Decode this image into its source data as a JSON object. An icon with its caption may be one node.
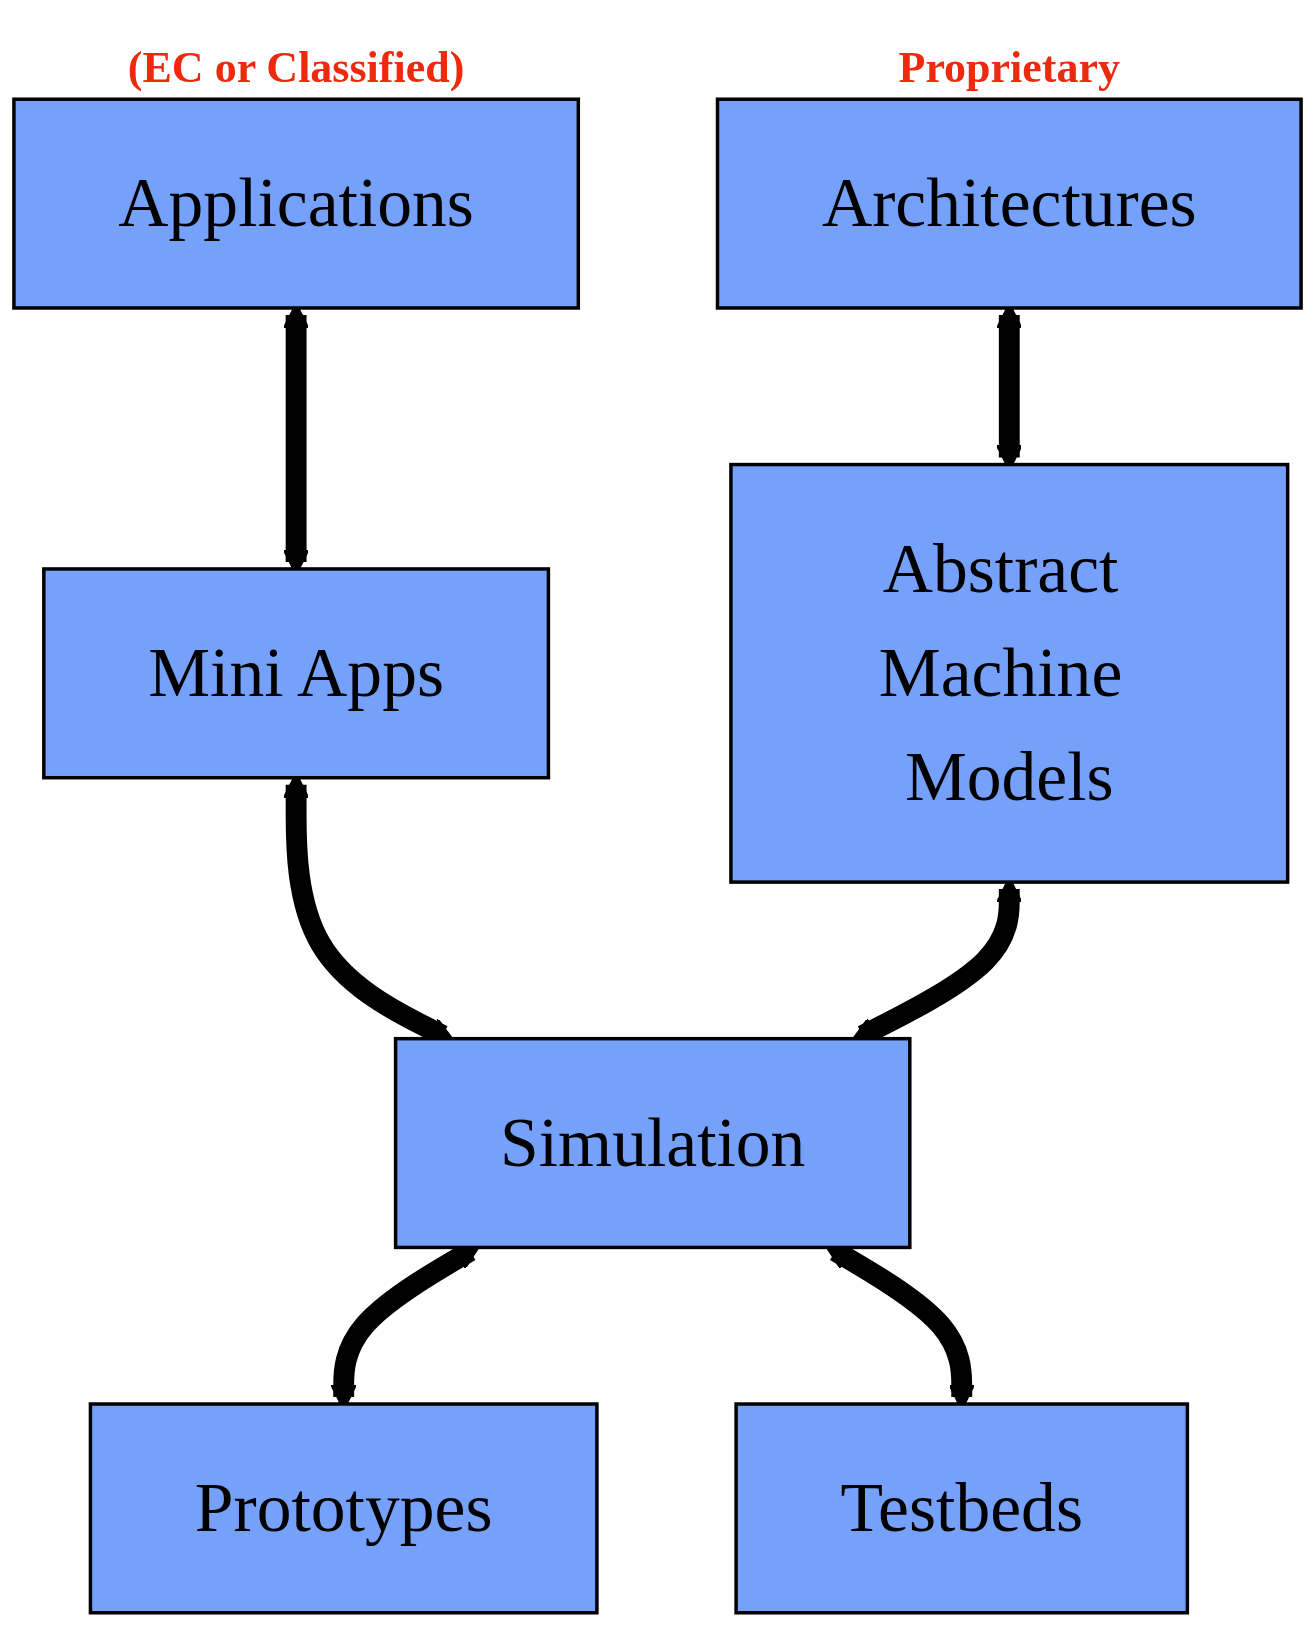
{
  "diagram": {
    "nodes": [
      {
        "text": [
          "Applications"
        ],
        "beside": [
          "(EC or Classified)"
        ]
      },
      {
        "text": [
          "Architectures"
        ],
        "beside": [
          "Proprietary"
        ]
      },
      {
        "text": [
          "Mini Apps"
        ]
      },
      {
        "text": [
          "Abstract Machine Models"
        ]
      },
      {
        "text": [
          "Simulation"
        ]
      },
      {
        "text": [
          "Prototypes"
        ]
      },
      {
        "text": [
          "Testbeds"
        ]
      }
    ],
    "edges": [
      {
        "from": 0,
        "to": 2,
        "arrow": "both"
      },
      {
        "from": 1,
        "to": 3,
        "arrow": "both"
      },
      {
        "from": 2,
        "to": 4,
        "arrow": "both"
      },
      {
        "from": 3,
        "to": 4,
        "arrow": "both"
      },
      {
        "from": 4,
        "to": 5,
        "arrow": "both"
      },
      {
        "from": 4,
        "to": 6,
        "arrow": "both"
      }
    ]
  }
}
